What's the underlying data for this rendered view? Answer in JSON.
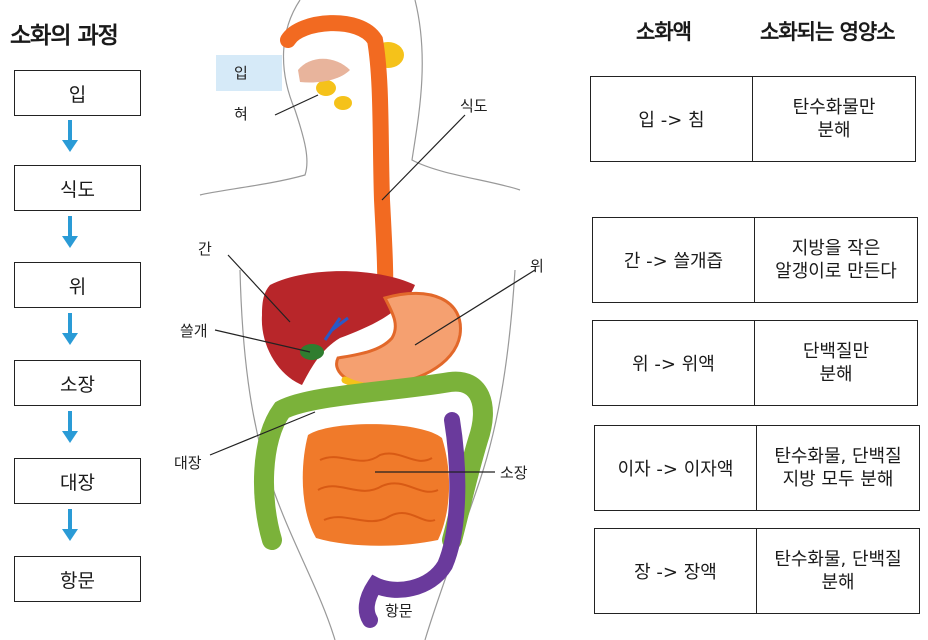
{
  "titles": {
    "process": "소화의 과정",
    "juice": "소화액",
    "nutrient": "소화되는 영양소"
  },
  "steps": [
    "입",
    "식도",
    "위",
    "소장",
    "대장",
    "항문"
  ],
  "rows": [
    {
      "juice": "입 -> 침",
      "nutrient": [
        "탄수화물만",
        "분해"
      ]
    },
    {
      "juice": "간 -> 쓸개즙",
      "nutrient": [
        "지방을 작은",
        "알갱이로 만든다"
      ]
    },
    {
      "juice": "위 -> 위액",
      "nutrient": [
        "단백질만",
        "분해"
      ]
    },
    {
      "juice": "이자 -> 이자액",
      "nutrient": [
        "탄수화물, 단백질",
        "지방 모두 분해"
      ]
    },
    {
      "juice": "장 -> 장액",
      "nutrient": [
        "탄수화물, 단백질",
        "분해"
      ]
    }
  ],
  "diagram_labels": {
    "mouth": "입",
    "tongue": "혀",
    "esophagus": "식도",
    "liver": "간",
    "gallbladder": "쓸개",
    "stomach": "위",
    "large_intestine": "대장",
    "small_intestine": "소장",
    "anus": "항문"
  },
  "colors": {
    "arrow": "#2a9bd6",
    "esophagus": "#f26a21",
    "liver": "#b8262a",
    "stomach": "#f5a070",
    "small_intestine": "#f07a2a",
    "large_intestine": "#7bb23a",
    "rectum": "#6a3a9c",
    "gland": "#f5c21a"
  }
}
